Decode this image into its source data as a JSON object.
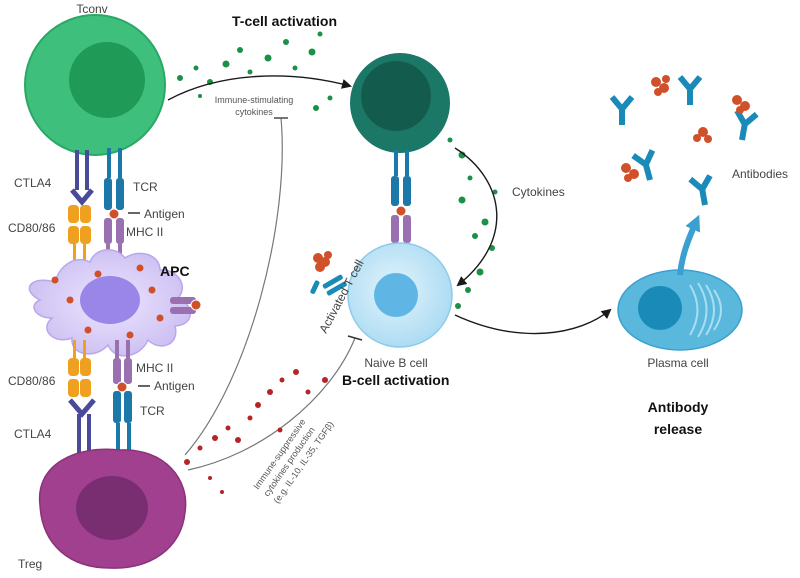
{
  "headings": {
    "t_cell_activation": "T-cell activation",
    "b_cell_activation": "B-cell activation",
    "antibody_release_line1": "Antibody",
    "antibody_release_line2": "release",
    "apc": "APC"
  },
  "cells": {
    "tconv": "Tconv",
    "treg": "Treg",
    "activated_t_cell": "Activated T cell",
    "naive_b_cell": "Naive B cell",
    "plasma_cell": "Plasma cell"
  },
  "molecules": {
    "ctla4_top": "CTLA4",
    "cd80_86_top": "CD80/86",
    "tcr_top": "TCR",
    "antigen_top": "Antigen",
    "mhc_ii_top": "MHC II",
    "cd80_86_bottom": "CD80/86",
    "ctla4_bottom": "CTLA4",
    "mhc_ii_bottom": "MHC II",
    "antigen_bottom": "Antigen",
    "tcr_bottom": "TCR"
  },
  "annotations": {
    "immune_stimulating_1": "Immune-stimulating",
    "immune_stimulating_2": "cytokines",
    "cytokines": "Cytokines",
    "antibodies": "Antibodies",
    "immune_suppressive_1": "Immune-suppressive",
    "immune_suppressive_2": "cytokines production",
    "immune_suppressive_3": "(e.g. IL-10, IL-35, TGFβ)"
  },
  "colors": {
    "tconv": "#3ec07c",
    "tconv_nucleus": "#1f9a57",
    "activated_t": "#1c7866",
    "activated_t_nucleus": "#135c4d",
    "b_cell": "#bfe4f6",
    "b_cell_nucleus": "#5fb5e3",
    "plasma": "#5ab8dd",
    "treg": "#a0408e",
    "treg_nucleus": "#6a2a66",
    "apc": "#d8cdf5",
    "tcr_blue": "#1c78a8",
    "mhc_purple": "#9a70b0",
    "cd80_orange": "#f0a020",
    "ctla4_navy": "#4a4a9a",
    "antibody_blue": "#1a8ab8",
    "antigen_red": "#d0502a",
    "cytokine_green": "#1a9146",
    "cytokine_red": "#b62428"
  }
}
